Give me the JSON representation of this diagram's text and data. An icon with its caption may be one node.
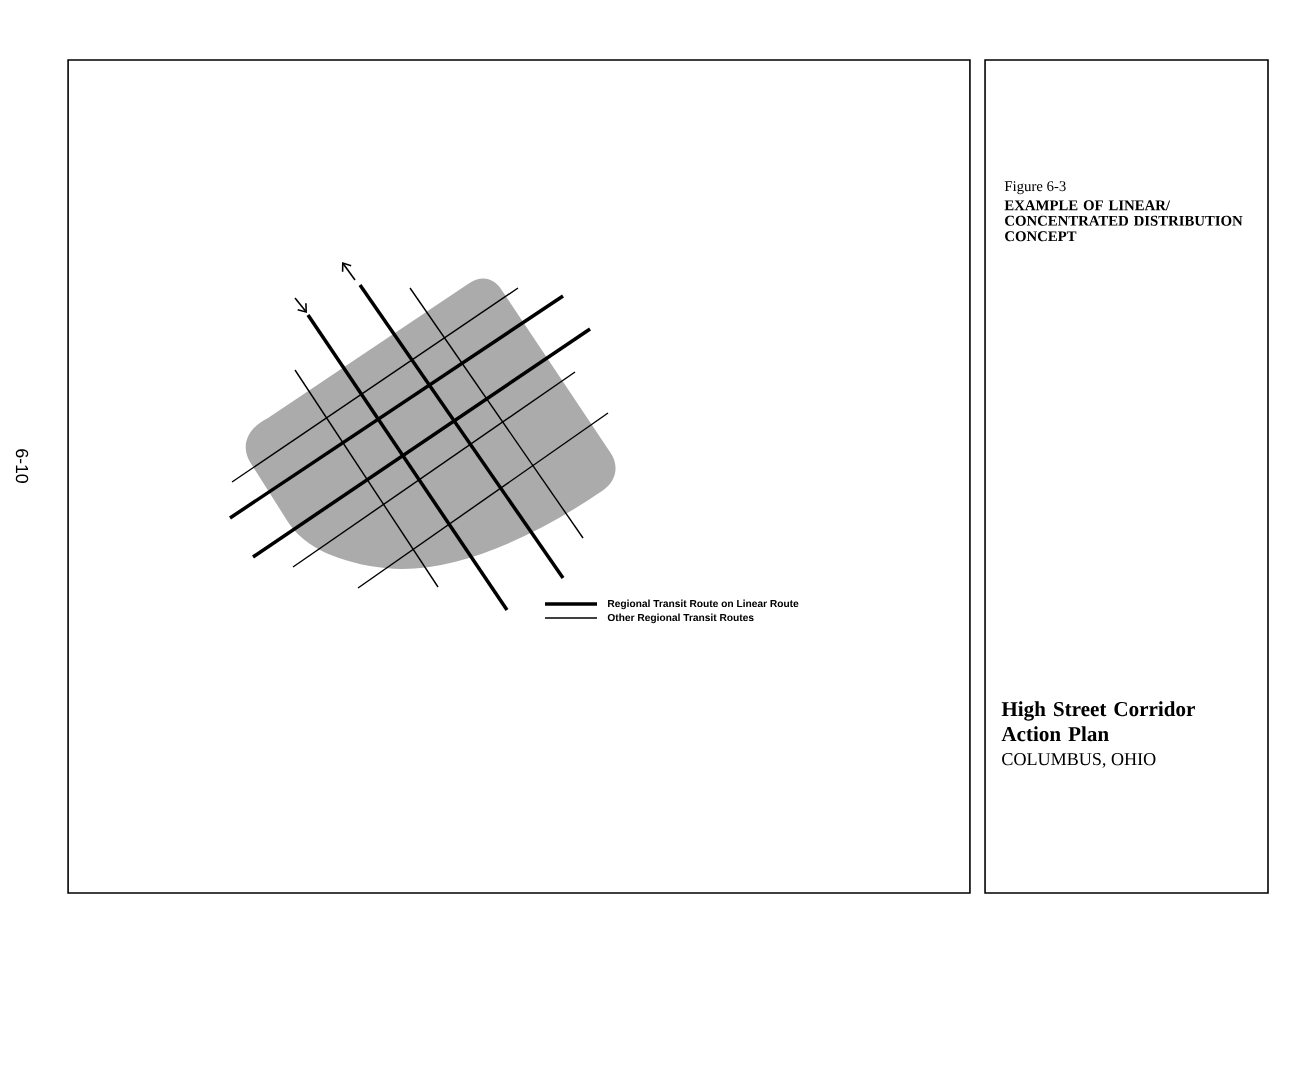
{
  "diagram": {
    "nodes": [
      {
        "text": [],
        "shape": "box"
      },
      {
        "text": [
          "Figure 6-3",
          "EXAMPLE OF LINEAR/ CONCENTRATED DISTRIBUTION CONCEPT",
          "High Street Corridor Action Plan",
          "COLUMBUS, OHIO"
        ]
      }
    ],
    "labels": [
      "6-10"
    ],
    "legend": [
      {
        "text": "Regional Transit Route on Linear Route"
      },
      {
        "text": "Other Regional Transit Routes"
      }
    ]
  }
}
